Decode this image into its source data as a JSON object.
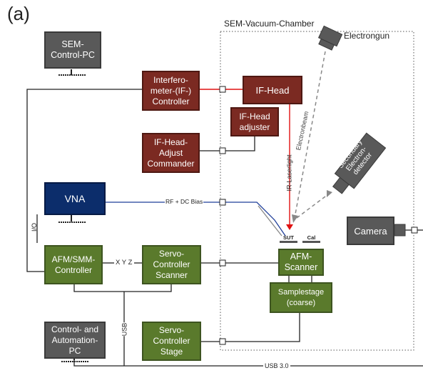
{
  "figure_label": "(a)",
  "chamber_label": "SEM-Vacuum-Chamber",
  "blocks": {
    "sem_pc": "SEM-\nControl-PC",
    "if_controller": "Interfero-\nmeter-(IF-)\nController",
    "if_head": "IF-Head",
    "if_head_adjuster": "IF-Head\nadjuster",
    "if_head_adjust_commander": "IF-Head-\nAdjust\nCommander",
    "vna": "VNA",
    "afm_smm_controller": "AFM/SMM-\nController",
    "servo_scanner": "Servo-\nController\nScanner",
    "afm_scanner": "AFM-\nScanner",
    "samplestage": "Samplestage\n(coarse)",
    "control_automation_pc": "Control- and\nAutomation-\nPC",
    "servo_stage": "Servo-\nController\nStage",
    "camera": "Camera",
    "electrongun": "Electrongun",
    "secondary_detector": "Secondary\nElectron-\ndetector"
  },
  "labels": {
    "rf_dc_bias": "RF + DC Bias",
    "xyz": "X Y Z",
    "io": "I/O",
    "usb": "USB",
    "usb3": "USB 3.0",
    "electronbeam": "Electronbeam",
    "ir_laserlight": "IR-Laserlight",
    "sut": "SUT",
    "cal": "Cal"
  },
  "colors": {
    "pc": "#595959",
    "interferometer": "#7b2a22",
    "vna": "#0c2d6b",
    "afm": "#5a7a2c",
    "laser": "#e01010",
    "rf_line": "#1f3f99"
  }
}
